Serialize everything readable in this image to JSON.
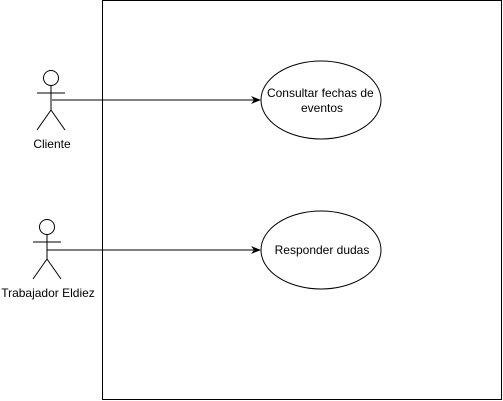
{
  "actors": [
    {
      "id": "cliente",
      "label": "Cliente"
    },
    {
      "id": "trabajador",
      "label": "Trabajador Eldiez"
    }
  ],
  "use_cases": [
    {
      "id": "consultar",
      "label_lines": [
        "Consultar fechas de",
        "eventos"
      ]
    },
    {
      "id": "responder",
      "label_lines": [
        "Responder dudas"
      ]
    }
  ],
  "associations": [
    {
      "from": "cliente",
      "to": "consultar"
    },
    {
      "from": "trabajador",
      "to": "responder"
    }
  ],
  "colors": {
    "stroke": "#000000",
    "background": "#ffffff"
  }
}
